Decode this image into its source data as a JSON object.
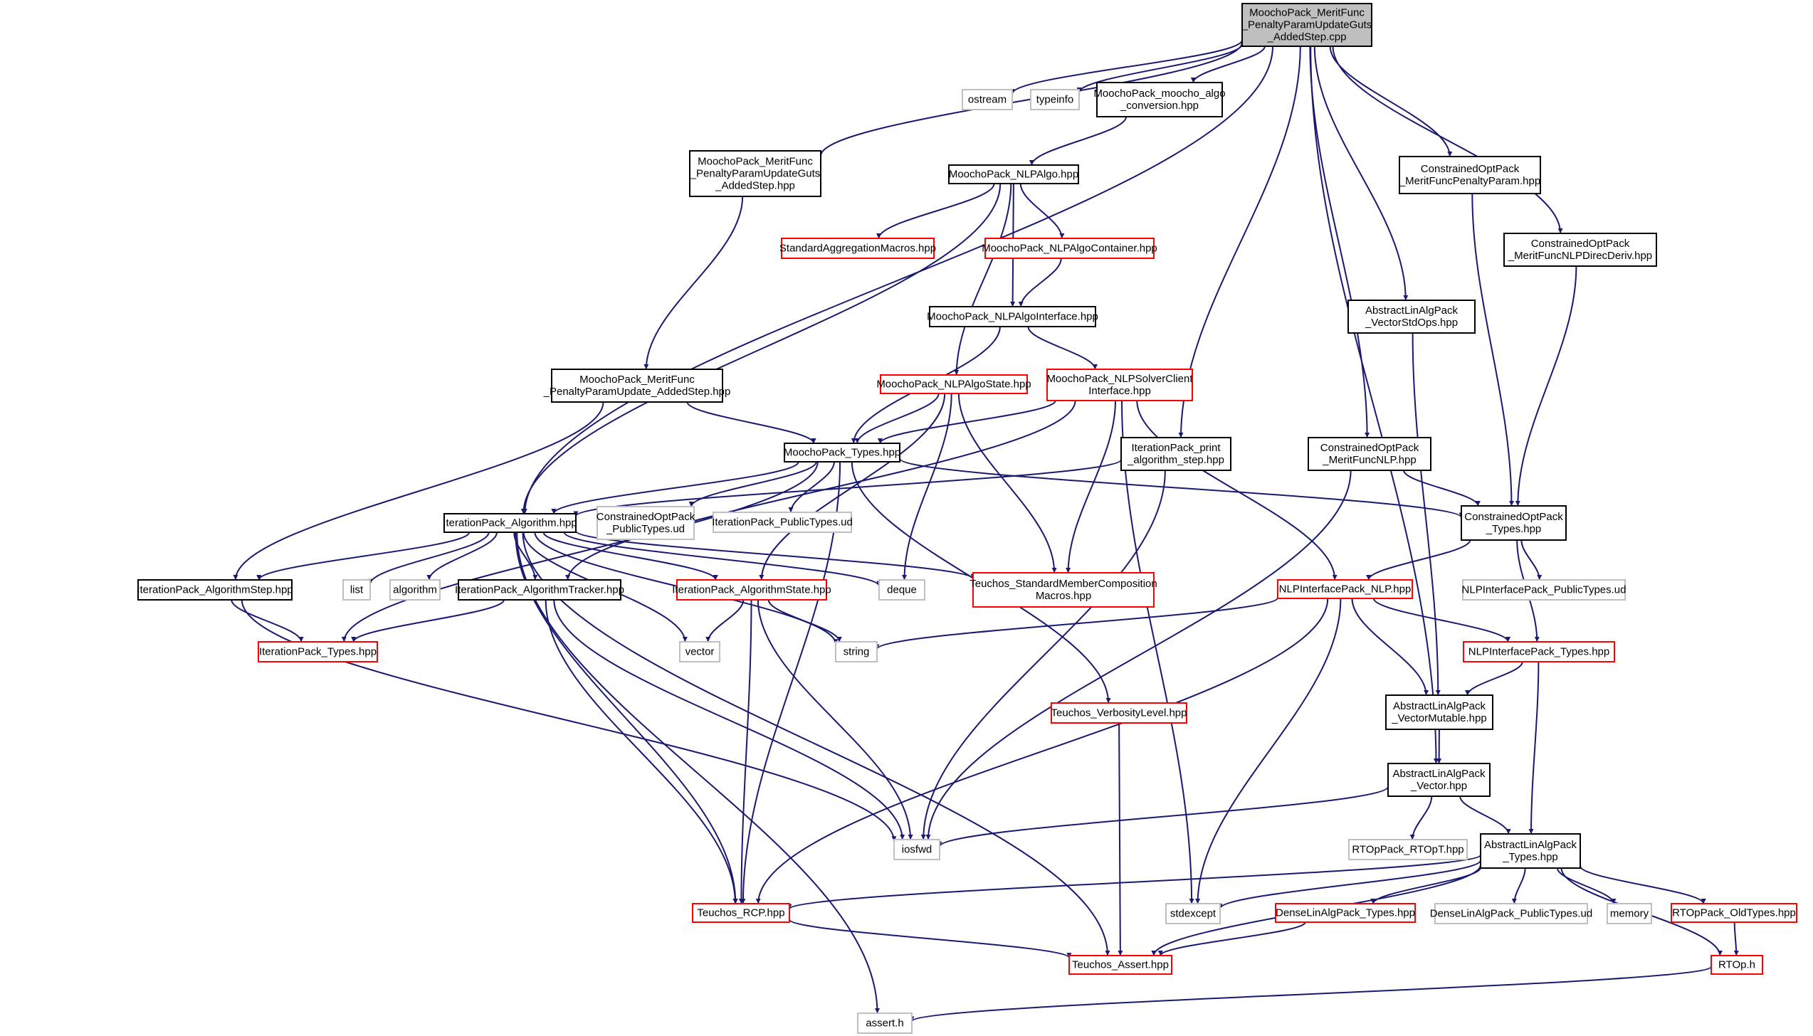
{
  "colors": {
    "edge": "#191970",
    "root_fill": "#bfbfbf",
    "root_border": "#000000",
    "normal_border": "#000000",
    "external_border": "#bfbfbf",
    "truncated_border": "#ff0000",
    "node_fill": "#ffffff"
  },
  "nodes": [
    {
      "id": "root",
      "kind": "root",
      "lines": [
        "MoochoPack_MeritFunc",
        "_PenaltyParamUpdateGuts",
        "_AddedStep.cpp"
      ]
    },
    {
      "id": "ostream",
      "kind": "external",
      "lines": [
        "ostream"
      ]
    },
    {
      "id": "typeinfo",
      "kind": "external",
      "lines": [
        "typeinfo"
      ]
    },
    {
      "id": "conv",
      "kind": "normal",
      "lines": [
        "MoochoPack_moocho_algo",
        "_conversion.hpp"
      ]
    },
    {
      "id": "gutsHpp",
      "kind": "normal",
      "lines": [
        "MoochoPack_MeritFunc",
        "_PenaltyParamUpdateGuts",
        "_AddedStep.hpp"
      ]
    },
    {
      "id": "nlpalgo",
      "kind": "normal",
      "lines": [
        "MoochoPack_NLPAlgo.hpp"
      ]
    },
    {
      "id": "cop_mfpp",
      "kind": "normal",
      "lines": [
        "ConstrainedOptPack",
        "_MeritFuncPenaltyParam.hpp"
      ]
    },
    {
      "id": "stdagg",
      "kind": "truncated",
      "lines": [
        "StandardAggregationMacros.hpp"
      ]
    },
    {
      "id": "algocont",
      "kind": "truncated",
      "lines": [
        "MoochoPack_NLPAlgoContainer.hpp"
      ]
    },
    {
      "id": "cop_mfnlpdd",
      "kind": "normal",
      "lines": [
        "ConstrainedOptPack",
        "_MeritFuncNLPDirecDeriv.hpp"
      ]
    },
    {
      "id": "algoif",
      "kind": "normal",
      "lines": [
        "MoochoPack_NLPAlgoInterface.hpp"
      ]
    },
    {
      "id": "alap_vso",
      "kind": "normal",
      "lines": [
        "AbstractLinAlgPack",
        "_VectorStdOps.hpp"
      ]
    },
    {
      "id": "ppupd",
      "kind": "normal",
      "lines": [
        "MoochoPack_MeritFunc",
        "_PenaltyParamUpdate_AddedStep.hpp"
      ]
    },
    {
      "id": "algostate",
      "kind": "truncated",
      "lines": [
        "MoochoPack_NLPAlgoState.hpp"
      ]
    },
    {
      "id": "solverclient",
      "kind": "truncated",
      "lines": [
        "MoochoPack_NLPSolverClient",
        "Interface.hpp"
      ]
    },
    {
      "id": "mtypes",
      "kind": "normal",
      "lines": [
        "MoochoPack_Types.hpp"
      ]
    },
    {
      "id": "printalgo",
      "kind": "normal",
      "lines": [
        "IterationPack_print",
        "_algorithm_step.hpp"
      ]
    },
    {
      "id": "cop_mfnlp",
      "kind": "normal",
      "lines": [
        "ConstrainedOptPack",
        "_MeritFuncNLP.hpp"
      ]
    },
    {
      "id": "italgo",
      "kind": "normal",
      "lines": [
        "IterationPack_Algorithm.hpp"
      ]
    },
    {
      "id": "cop_pubtypes",
      "kind": "external",
      "lines": [
        "ConstrainedOptPack",
        "_PublicTypes.ud"
      ]
    },
    {
      "id": "it_pubtypes",
      "kind": "external",
      "lines": [
        "IterationPack_PublicTypes.ud"
      ]
    },
    {
      "id": "cop_types",
      "kind": "normal",
      "lines": [
        "ConstrainedOptPack",
        "_Types.hpp"
      ]
    },
    {
      "id": "itstep",
      "kind": "normal",
      "lines": [
        "IterationPack_AlgorithmStep.hpp"
      ]
    },
    {
      "id": "list",
      "kind": "external",
      "lines": [
        "list"
      ]
    },
    {
      "id": "algorithm",
      "kind": "external",
      "lines": [
        "algorithm"
      ]
    },
    {
      "id": "ittracker",
      "kind": "normal",
      "lines": [
        "IterationPack_AlgorithmTracker.hpp"
      ]
    },
    {
      "id": "itstate",
      "kind": "truncated",
      "lines": [
        "IterationPack_AlgorithmState.hpp"
      ]
    },
    {
      "id": "deque",
      "kind": "external",
      "lines": [
        "deque"
      ]
    },
    {
      "id": "smcm",
      "kind": "truncated",
      "lines": [
        "Teuchos_StandardMemberComposition",
        "Macros.hpp"
      ]
    },
    {
      "id": "nlpi_nlp",
      "kind": "truncated",
      "lines": [
        "NLPInterfacePack_NLP.hpp"
      ]
    },
    {
      "id": "nlpi_pubtypes",
      "kind": "external",
      "lines": [
        "NLPInterfacePack_PublicTypes.ud"
      ]
    },
    {
      "id": "ittypes",
      "kind": "truncated",
      "lines": [
        "IterationPack_Types.hpp"
      ]
    },
    {
      "id": "vector",
      "kind": "external",
      "lines": [
        "vector"
      ]
    },
    {
      "id": "string",
      "kind": "external",
      "lines": [
        "string"
      ]
    },
    {
      "id": "nlpi_types",
      "kind": "truncated",
      "lines": [
        "NLPInterfacePack_Types.hpp"
      ]
    },
    {
      "id": "verb",
      "kind": "truncated",
      "lines": [
        "Teuchos_VerbosityLevel.hpp"
      ]
    },
    {
      "id": "alap_vm",
      "kind": "normal",
      "lines": [
        "AbstractLinAlgPack",
        "_VectorMutable.hpp"
      ]
    },
    {
      "id": "alap_v",
      "kind": "normal",
      "lines": [
        "AbstractLinAlgPack",
        "_Vector.hpp"
      ]
    },
    {
      "id": "iosfwd",
      "kind": "external",
      "lines": [
        "iosfwd"
      ]
    },
    {
      "id": "rtopt",
      "kind": "external",
      "lines": [
        "RTOpPack_RTOpT.hpp"
      ]
    },
    {
      "id": "alap_types",
      "kind": "normal",
      "lines": [
        "AbstractLinAlgPack",
        "_Types.hpp"
      ]
    },
    {
      "id": "rcp",
      "kind": "truncated",
      "lines": [
        "Teuchos_RCP.hpp"
      ]
    },
    {
      "id": "stdexcept",
      "kind": "external",
      "lines": [
        "stdexcept"
      ]
    },
    {
      "id": "dense_types",
      "kind": "truncated",
      "lines": [
        "DenseLinAlgPack_Types.hpp"
      ]
    },
    {
      "id": "dense_pub",
      "kind": "external",
      "lines": [
        "DenseLinAlgPack_PublicTypes.ud"
      ]
    },
    {
      "id": "memory",
      "kind": "external",
      "lines": [
        "memory"
      ]
    },
    {
      "id": "oldtypes",
      "kind": "truncated",
      "lines": [
        "RTOpPack_OldTypes.hpp"
      ]
    },
    {
      "id": "assert",
      "kind": "truncated",
      "lines": [
        "Teuchos_Assert.hpp"
      ]
    },
    {
      "id": "rtoph",
      "kind": "truncated",
      "lines": [
        "RTOp.h"
      ]
    },
    {
      "id": "asserth",
      "kind": "external",
      "lines": [
        "assert.h"
      ]
    }
  ],
  "edges": [
    [
      "root",
      "ostream"
    ],
    [
      "root",
      "typeinfo"
    ],
    [
      "root",
      "conv"
    ],
    [
      "root",
      "gutsHpp"
    ],
    [
      "root",
      "italgo"
    ],
    [
      "root",
      "printalgo"
    ],
    [
      "root",
      "cop_mfpp"
    ],
    [
      "root",
      "cop_mfnlpdd"
    ],
    [
      "root",
      "alap_vso"
    ],
    [
      "root",
      "cop_mfnlp"
    ],
    [
      "root",
      "alap_v"
    ],
    [
      "conv",
      "nlpalgo"
    ],
    [
      "gutsHpp",
      "ppupd"
    ],
    [
      "nlpalgo",
      "stdagg"
    ],
    [
      "nlpalgo",
      "algocont"
    ],
    [
      "nlpalgo",
      "algoif"
    ],
    [
      "nlpalgo",
      "algostate"
    ],
    [
      "nlpalgo",
      "italgo"
    ],
    [
      "algocont",
      "algoif"
    ],
    [
      "algoif",
      "mtypes"
    ],
    [
      "algoif",
      "solverclient"
    ],
    [
      "ppupd",
      "mtypes"
    ],
    [
      "ppupd",
      "itstep"
    ],
    [
      "algostate",
      "mtypes"
    ],
    [
      "algostate",
      "itstate"
    ],
    [
      "algostate",
      "smcm"
    ],
    [
      "algostate",
      "deque"
    ],
    [
      "solverclient",
      "mtypes"
    ],
    [
      "solverclient",
      "ittracker"
    ],
    [
      "solverclient",
      "smcm"
    ],
    [
      "solverclient",
      "nlpi_nlp"
    ],
    [
      "solverclient",
      "stdexcept"
    ],
    [
      "mtypes",
      "italgo"
    ],
    [
      "mtypes",
      "cop_pubtypes"
    ],
    [
      "mtypes",
      "it_pubtypes"
    ],
    [
      "mtypes",
      "cop_types"
    ],
    [
      "mtypes",
      "ittypes"
    ],
    [
      "mtypes",
      "verb"
    ],
    [
      "mtypes",
      "rcp"
    ],
    [
      "printalgo",
      "italgo"
    ],
    [
      "printalgo",
      "iosfwd"
    ],
    [
      "cop_mfpp",
      "cop_types"
    ],
    [
      "cop_mfnlpdd",
      "cop_types"
    ],
    [
      "alap_vso",
      "alap_vm"
    ],
    [
      "cop_mfnlp",
      "cop_types"
    ],
    [
      "cop_mfnlp",
      "iosfwd"
    ],
    [
      "italgo",
      "itstep"
    ],
    [
      "italgo",
      "list"
    ],
    [
      "italgo",
      "algorithm"
    ],
    [
      "italgo",
      "ittracker"
    ],
    [
      "italgo",
      "itstate"
    ],
    [
      "italgo",
      "deque"
    ],
    [
      "italgo",
      "smcm"
    ],
    [
      "italgo",
      "string"
    ],
    [
      "italgo",
      "vector"
    ],
    [
      "italgo",
      "rcp"
    ],
    [
      "italgo",
      "assert"
    ],
    [
      "italgo",
      "asserth"
    ],
    [
      "cop_types",
      "nlpi_nlp"
    ],
    [
      "cop_types",
      "nlpi_pubtypes"
    ],
    [
      "cop_types",
      "nlpi_types"
    ],
    [
      "itstep",
      "ittypes"
    ],
    [
      "itstep",
      "iosfwd"
    ],
    [
      "ittracker",
      "ittypes"
    ],
    [
      "ittracker",
      "iosfwd"
    ],
    [
      "ittracker",
      "rcp"
    ],
    [
      "itstate",
      "vector"
    ],
    [
      "itstate",
      "string"
    ],
    [
      "itstate",
      "iosfwd"
    ],
    [
      "itstate",
      "rcp"
    ],
    [
      "nlpi_nlp",
      "string"
    ],
    [
      "nlpi_nlp",
      "alap_vm"
    ],
    [
      "nlpi_nlp",
      "nlpi_types"
    ],
    [
      "nlpi_nlp",
      "rcp"
    ],
    [
      "nlpi_nlp",
      "stdexcept"
    ],
    [
      "nlpi_types",
      "alap_vm"
    ],
    [
      "nlpi_types",
      "alap_types"
    ],
    [
      "verb",
      "assert"
    ],
    [
      "alap_vm",
      "alap_v"
    ],
    [
      "alap_v",
      "iosfwd"
    ],
    [
      "alap_v",
      "rtopt"
    ],
    [
      "alap_v",
      "alap_types"
    ],
    [
      "alap_types",
      "rcp"
    ],
    [
      "alap_types",
      "stdexcept"
    ],
    [
      "alap_types",
      "dense_types"
    ],
    [
      "alap_types",
      "dense_pub"
    ],
    [
      "alap_types",
      "memory"
    ],
    [
      "alap_types",
      "oldtypes"
    ],
    [
      "alap_types",
      "assert"
    ],
    [
      "alap_types",
      "rtoph"
    ],
    [
      "rcp",
      "assert"
    ],
    [
      "dense_types",
      "assert"
    ],
    [
      "oldtypes",
      "rtoph"
    ],
    [
      "rtoph",
      "asserth"
    ]
  ]
}
